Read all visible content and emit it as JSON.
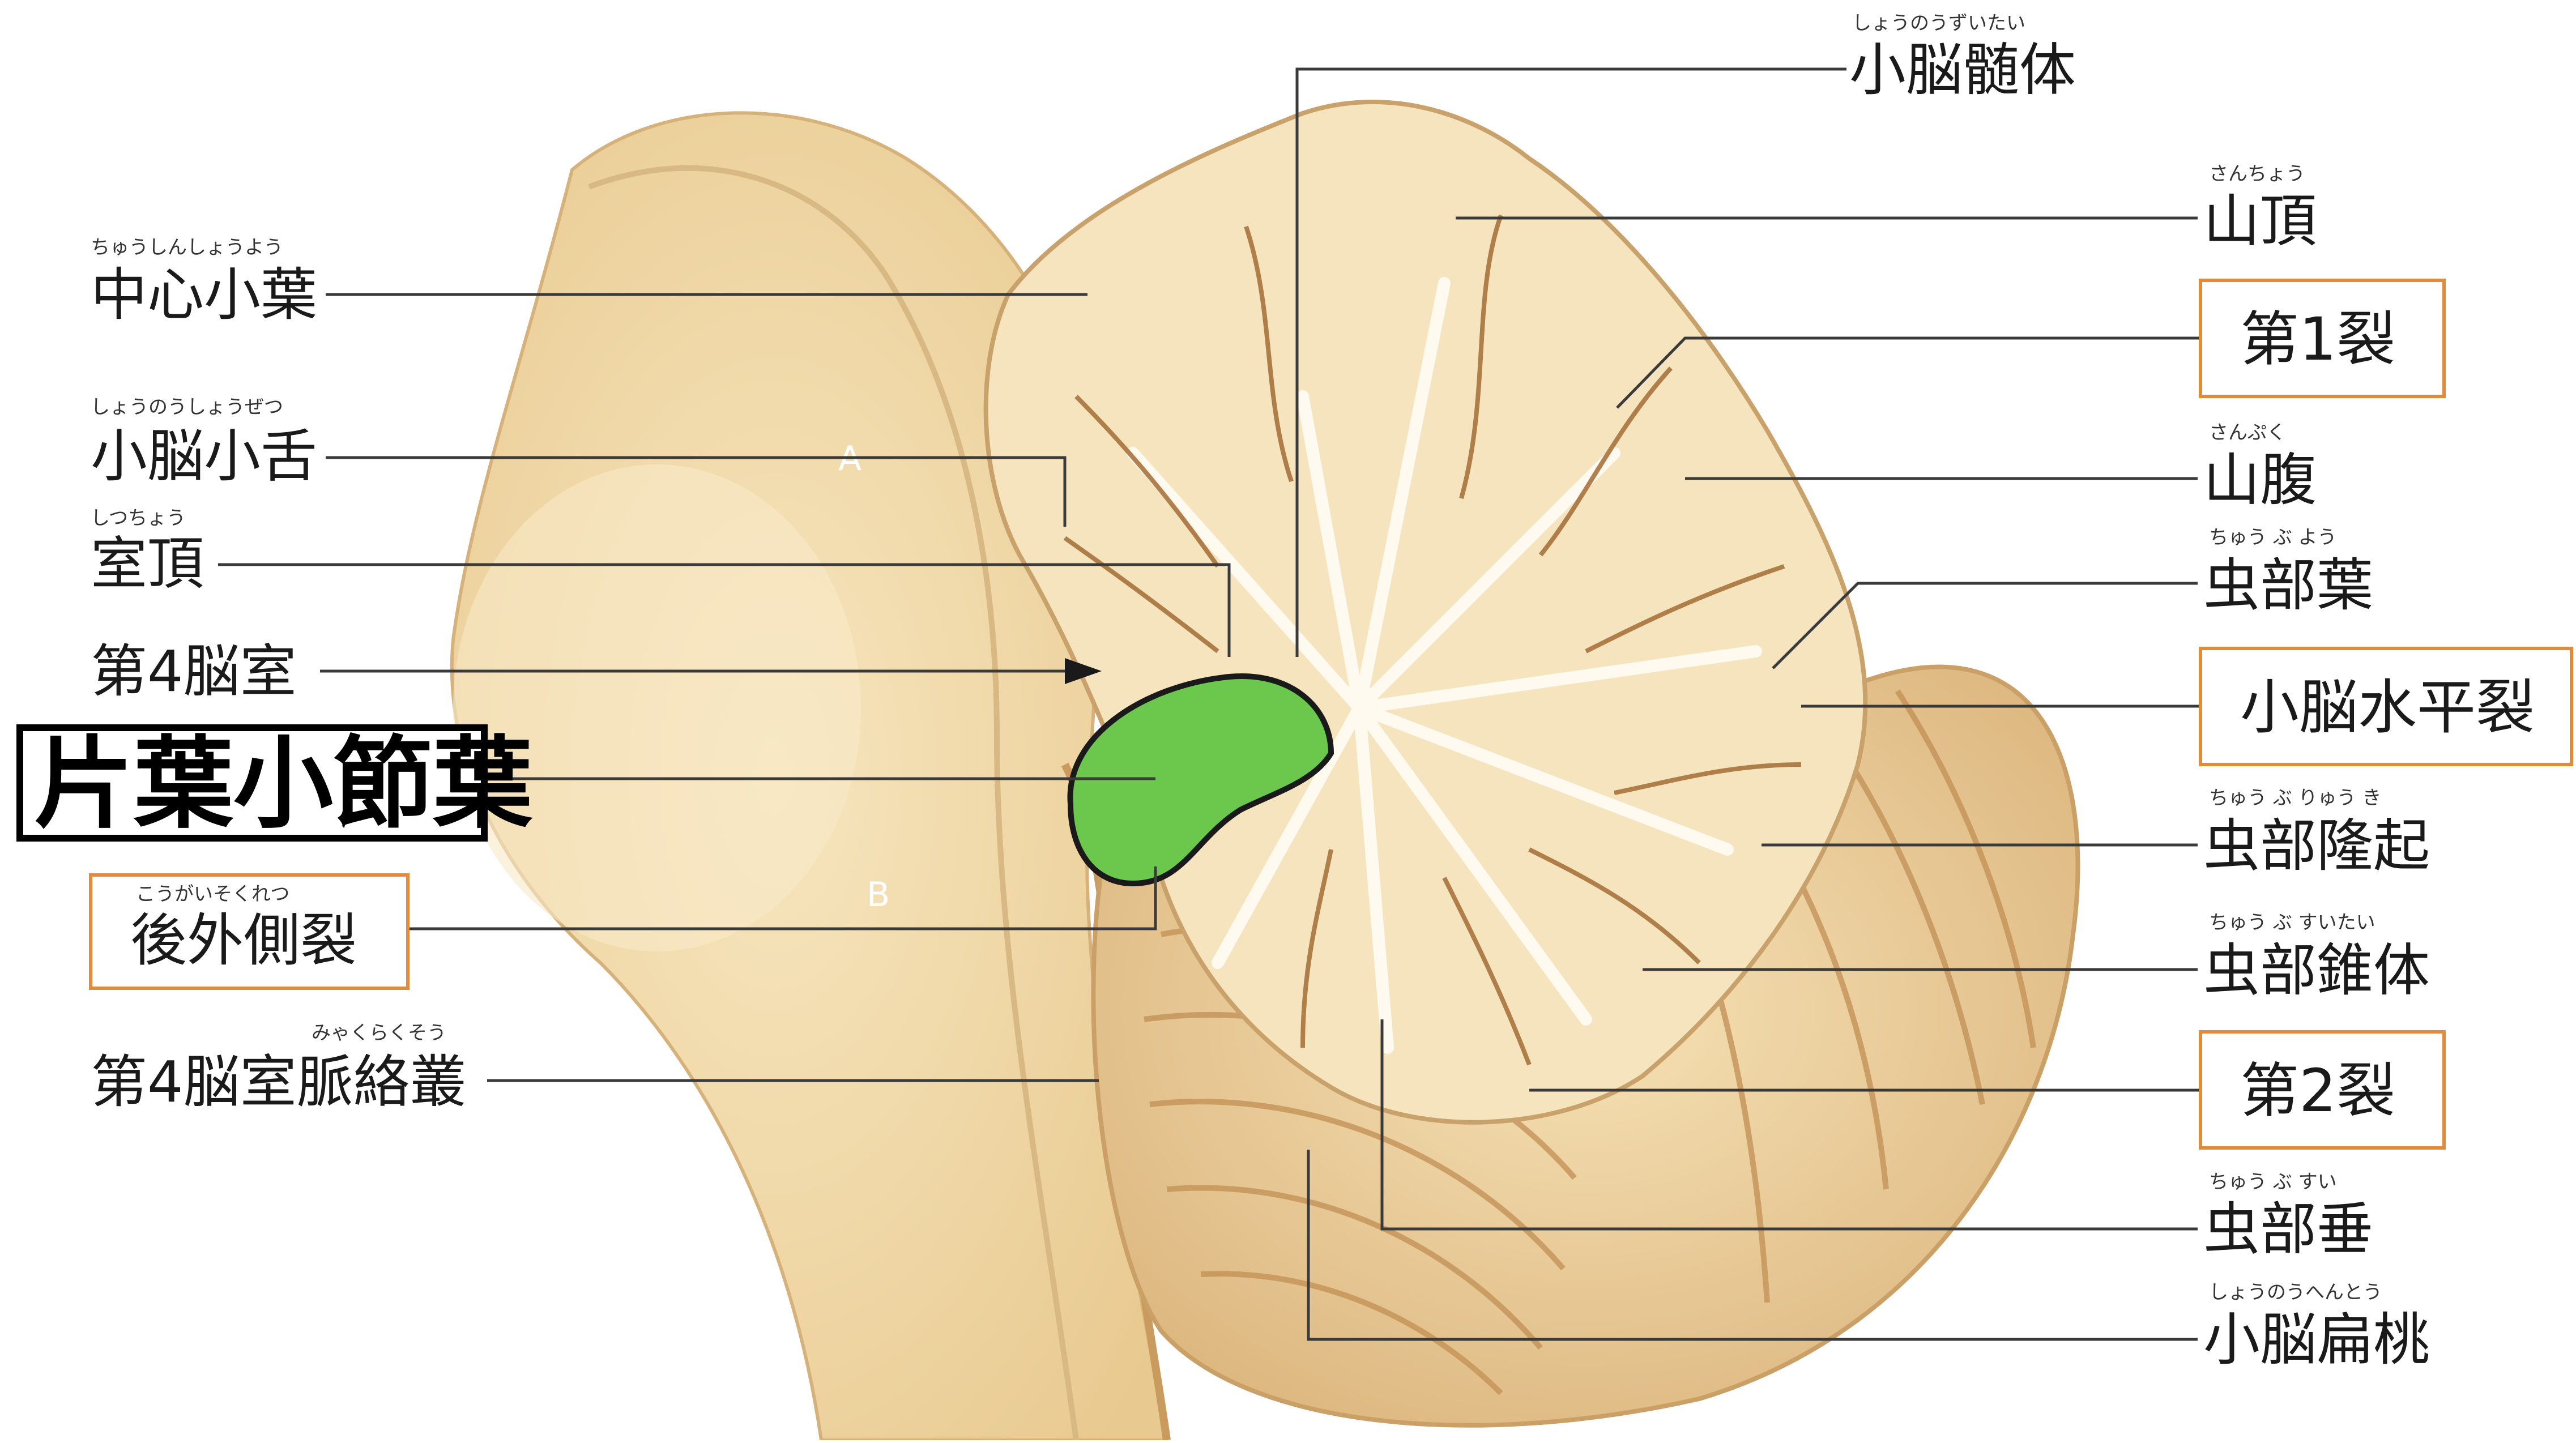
{
  "colors": {
    "tissue": "#f4dfb2",
    "tissue_dark": "#d9b27a",
    "white_matter": "#fbf3dc",
    "highlight": "#6cc84c",
    "box_border": "#e48a3a",
    "leader": "#3a3a3a"
  },
  "left_labels": {
    "central_lobule": {
      "text": "中心小葉",
      "ruby": "ちゅうしんしょうよう"
    },
    "lingula": {
      "text": "小脳小舌",
      "ruby": "しょうのうしょうぜつ"
    },
    "fastigium": {
      "text": "室頂",
      "ruby": "しつちょう"
    },
    "fourth_ventricle": {
      "text": "第4脳室"
    },
    "flocculonodular": {
      "text": "片葉小節葉"
    },
    "posterolateral_fissure": {
      "text": "後外側裂",
      "ruby": "こうがいそくれつ"
    },
    "choroid_plexus": {
      "text": "第4脳室脈絡叢",
      "ruby": "みゃくらくそう"
    }
  },
  "right_labels": {
    "medullary_body": {
      "text": "小脳髄体",
      "ruby": "しょうのうずいたい"
    },
    "culmen": {
      "text": "山頂",
      "ruby": "さんちょう"
    },
    "primary_fissure": {
      "text": "第1裂"
    },
    "declive": {
      "text": "山腹",
      "ruby": "さんぷく"
    },
    "folium": {
      "text": "虫部葉",
      "ruby": "ちゅう ぶ よう"
    },
    "horizontal_fissure": {
      "text": "小脳水平裂"
    },
    "tuber": {
      "text": "虫部隆起",
      "ruby": "ちゅう ぶ りゅう き"
    },
    "pyramis": {
      "text": "虫部錐体",
      "ruby": "ちゅう ぶ すいたい"
    },
    "secondary_fissure": {
      "text": "第2裂"
    },
    "uvula": {
      "text": "虫部垂",
      "ruby": "ちゅう ぶ すい"
    },
    "tonsil": {
      "text": "小脳扁桃",
      "ruby": "しょうのうへんとう"
    }
  },
  "markers": {
    "a": "A",
    "b": "B"
  }
}
